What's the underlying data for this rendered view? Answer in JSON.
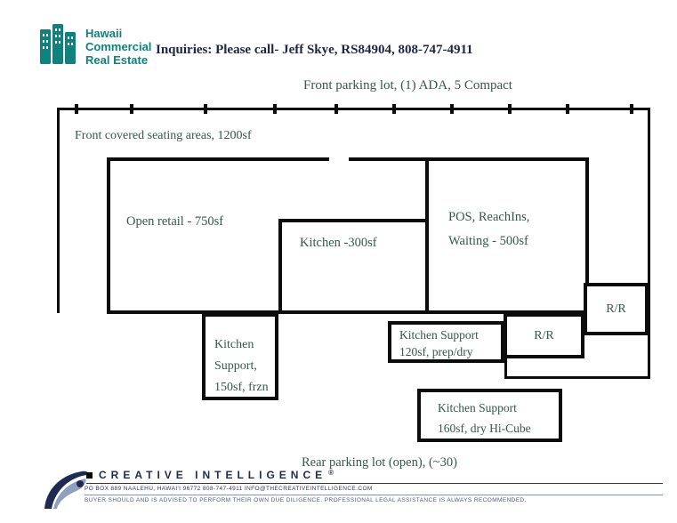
{
  "header": {
    "logo": {
      "line1": "Hawaii",
      "line2": "Commercial",
      "line3": "Real Estate"
    },
    "inquiries": "Inquiries: Please call- Jeff Skye, RS84904, 808-747-4911"
  },
  "plan": {
    "front_parking_label": "Front parking lot, (1) ADA, 5 Compact",
    "front_seating_label": "Front covered seating areas, 1200sf",
    "open_retail_label": "Open retail - 750sf",
    "kitchen_label": "Kitchen -300sf",
    "pos_line1": "POS, ReachIns,",
    "pos_line2": "Waiting - 500sf",
    "ks_frzn_line1": "Kitchen",
    "ks_frzn_line2": "Support,",
    "ks_frzn_line3": "150sf, frzn",
    "ks_prep_line1": "Kitchen Support",
    "ks_prep_line2": "120sf, prep/dry",
    "rr_left_label": "R/R",
    "rr_right_label": "R/R",
    "ks_hicube_line1": "Kitchen Support",
    "ks_hicube_line2": "160sf, dry Hi-Cube",
    "rear_parking_label": "Rear parking lot (open), (~30)"
  },
  "footer": {
    "brand": "CREATIVE INTELLIGENCE",
    "registered_mark": "®",
    "address": "PO BOX 889 NAALEHU, HAWAI'I 96772 808-747-4911 INFO@THECREATIVEINTELLIGENCE.COM",
    "disclaimer": "BUYER SHOULD AND IS ADVISED TO PERFORM THEIR OWN DUE DILIGENCE. PROFESSIONAL LEGAL ASSISTANCE IS ALWAYS RECOMMENDED."
  },
  "colors": {
    "teal": "#0e827c",
    "navy": "#1e2a52",
    "green": "#35584a",
    "wall": "#0c0c0c"
  }
}
